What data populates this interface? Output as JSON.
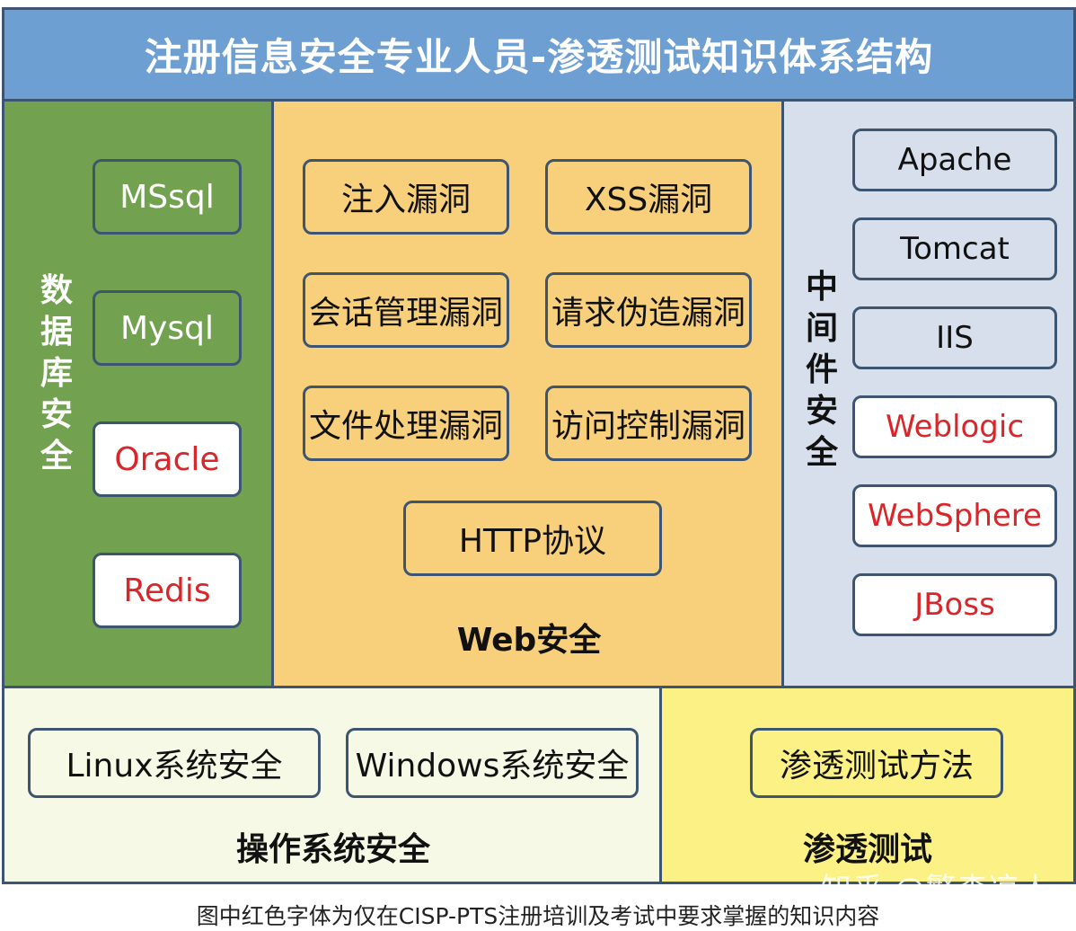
{
  "title": "注册信息安全专业人员-渗透测试知识体系结构",
  "database": {
    "label": "数据库安全",
    "items": [
      {
        "text": "MSsql",
        "highlight": false
      },
      {
        "text": "Mysql",
        "highlight": false
      },
      {
        "text": "Oracle",
        "highlight": true
      },
      {
        "text": "Redis",
        "highlight": true
      }
    ]
  },
  "web": {
    "label": "Web安全",
    "items": [
      "注入漏洞",
      "XSS漏洞",
      "会话管理漏洞",
      "请求伪造漏洞",
      "文件处理漏洞",
      "访问控制漏洞"
    ],
    "protocol": "HTTP协议"
  },
  "middleware": {
    "label": "中间件安全",
    "items": [
      {
        "text": "Apache",
        "highlight": false
      },
      {
        "text": "Tomcat",
        "highlight": false
      },
      {
        "text": "IIS",
        "highlight": false
      },
      {
        "text": "Weblogic",
        "highlight": true
      },
      {
        "text": "WebSphere",
        "highlight": true
      },
      {
        "text": "JBoss",
        "highlight": true
      }
    ]
  },
  "os": {
    "label": "操作系统安全",
    "items": [
      "Linux系统安全",
      "Windows系统安全"
    ]
  },
  "pentest": {
    "label": "渗透测试",
    "items": [
      "渗透测试方法"
    ]
  },
  "watermark": "知乎 @繁森凉人",
  "caption": "图中红色字体为仅在CISP-PTS注册培训及考试中要求掌握的知识内容",
  "colors": {
    "title_bg": "#6e9fd2",
    "database_bg": "#72a24f",
    "web_bg": "#f8d07c",
    "middleware_bg": "#d6dfeb",
    "os_bg": "#f6f9e6",
    "pentest_bg": "#fbf184",
    "highlight_text": "#d9262b",
    "border": "#3d5570"
  }
}
